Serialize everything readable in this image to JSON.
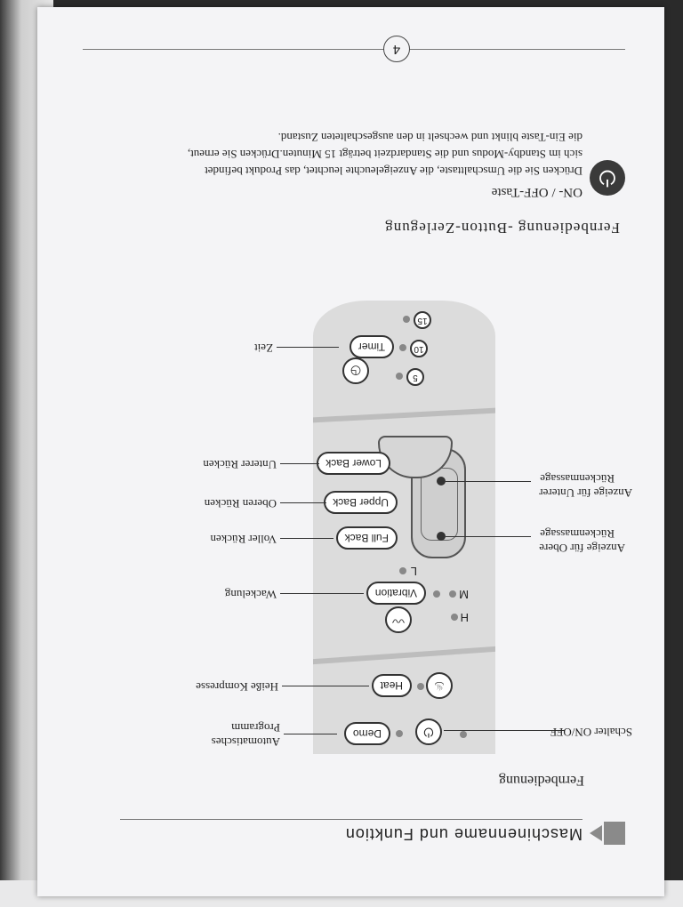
{
  "header": {
    "section_title": "Maschinenname und Funktion",
    "subtitle": "Fernbedienung"
  },
  "remote": {
    "buttons": {
      "demo": "Demo",
      "heat": "Heat",
      "vibration": "Vibration",
      "full_back": "Full Back",
      "upper_back": "Upper Back",
      "lower_back": "Lower Back",
      "timer": "Timer"
    },
    "levels": {
      "high": "H",
      "mid": "M",
      "low": "L"
    },
    "timer_values": [
      "5",
      "10",
      "15"
    ]
  },
  "labels": {
    "schalter": "Schalter ON/OFF",
    "auto_1": "Automatisches",
    "auto_2": "Programm",
    "heisse": "Heiße Kompresse",
    "wackelung": "Wackelung",
    "voller": "Voller Rücken",
    "oberen": "Oberen Rücken",
    "unterer": "Unterer Rücken",
    "zeit": "Zeit",
    "anz_obere_1": "Anzeige für Obere",
    "anz_obere_2": "Rückenmassage",
    "anz_unterer_1": "Anzeige für Unterer",
    "anz_unterer_2": "Rückenmassage"
  },
  "breakdown": {
    "title": "Fernbedienung -Button-Zerlegung",
    "onoff_title": "ON- / OFF-Taste",
    "text_1": "Drücken Sie die Umschalttaste, die Anzeigeleuchte leuchtet, das Produkt befindet",
    "text_2": "sich im Standby-Modus und die Standardzeit beträgt 15 Minuten.Drücken Sie erneut,",
    "text_3": "die Ein-Taste blinkt und wechselt in den ausgeschalteten Zustand."
  },
  "footer": {
    "page_number": "4"
  }
}
